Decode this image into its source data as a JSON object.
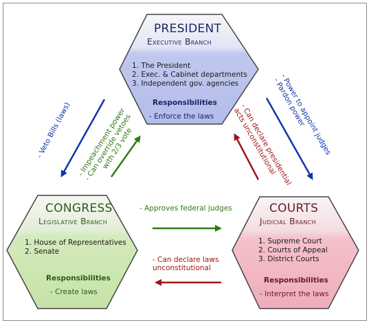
{
  "president": {
    "title": "PRESIDENT",
    "subtitle": "Executive Branch",
    "items": [
      "1. The President",
      "2. Exec. & Cabinet departments",
      "3. Independent gov. agencies"
    ],
    "resp_heading": "Responsibilities",
    "resp": "- Enforce the laws",
    "colors": {
      "fill": "#b9c3ec",
      "title": "#1b2466"
    }
  },
  "congress": {
    "title": "CONGRESS",
    "subtitle": "Legislative Branch",
    "items": [
      "1. House of Representatives",
      "2. Senate"
    ],
    "resp_heading": "Responsibilities",
    "resp": "- Create laws",
    "colors": {
      "fill": "#cfe7b4",
      "title": "#2d5a1e"
    }
  },
  "courts": {
    "title": "COURTS",
    "subtitle": "Judicial Branch",
    "items": [
      "1. Supreme Court",
      "2. Courts of Appeal",
      "3. District Courts"
    ],
    "resp_heading": "Responsibilities",
    "resp": "- Interpret the laws",
    "colors": {
      "fill": "#f2b7c3",
      "title": "#6a1a22"
    }
  },
  "arrows": {
    "veto": "- Veto Bills (laws)",
    "impeach": [
      "- Impeachment power",
      "- Can override vetoes",
      "with 2/3 vote"
    ],
    "appoint": [
      "- Power to appoint judges",
      "- Pardon power"
    ],
    "declare_pres": [
      "- Can declare presidential",
      "acts unconstitutional"
    ],
    "approve_judges": "- Approves federal judges",
    "declare_laws": [
      "- Can declare laws",
      "unconstitutional"
    ],
    "colors": {
      "blue": "#1133aa",
      "green": "#2f7a12",
      "red": "#a11414"
    }
  }
}
